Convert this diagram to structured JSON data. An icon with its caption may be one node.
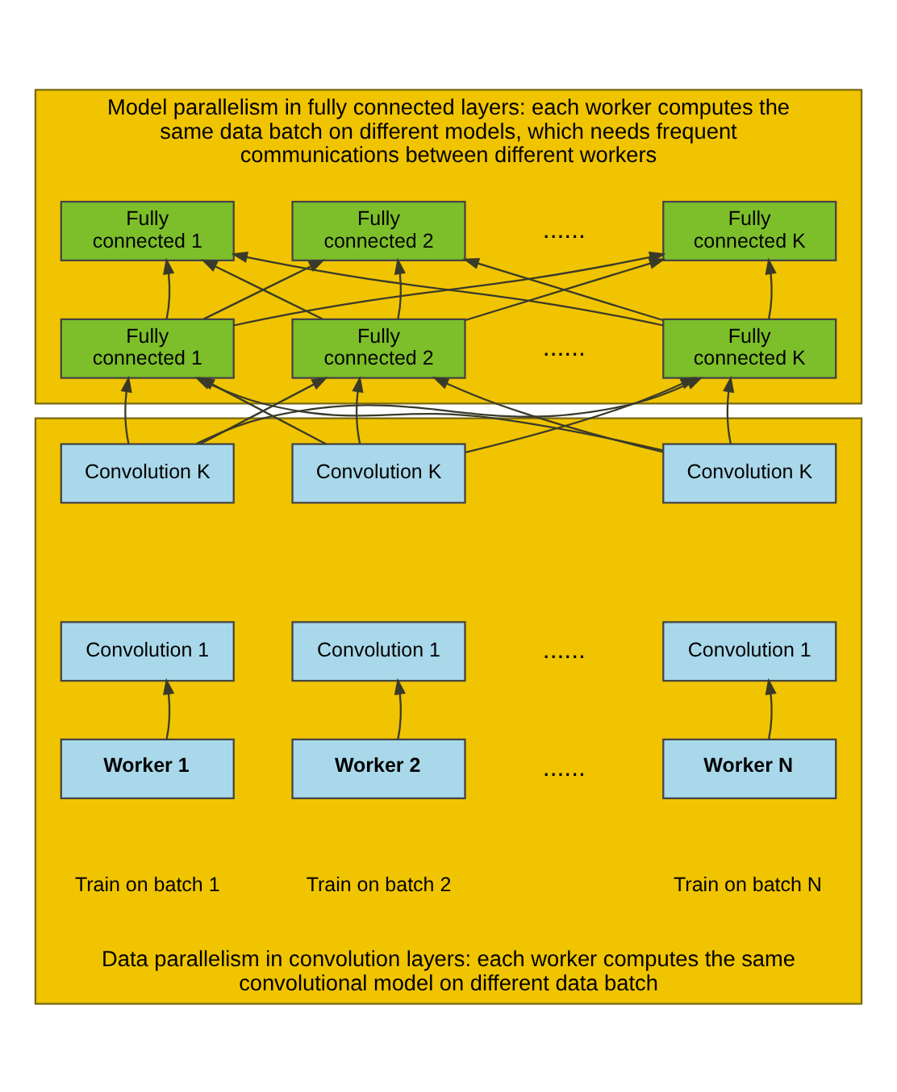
{
  "diagram": {
    "nodes": [
      {
        "text": [
          "Model parallelism in fully connected layers: each worker computes the same data batch on different models, which needs frequent communications between different workers"
        ]
      },
      {
        "text": [
          "Fully connected 1"
        ],
        "in": 0
      },
      {
        "text": [
          "Fully connected 2"
        ],
        "in": 0
      },
      {
        "text": [
          "Fully connected K"
        ],
        "in": 0
      },
      {
        "text": [
          "Fully connected 1"
        ],
        "in": 0
      },
      {
        "text": [
          "Fully connected 2"
        ],
        "in": 0
      },
      {
        "text": [
          "Fully connected K"
        ],
        "in": 0
      },
      {
        "text": [
          "Data parallelism in convolution layers: each worker computes the same convolutional model on different data batch"
        ]
      },
      {
        "text": [
          "Convolution K"
        ],
        "in": 7
      },
      {
        "text": [
          "Convolution K"
        ],
        "in": 7
      },
      {
        "text": [
          "Convolution K"
        ],
        "in": 7
      },
      {
        "text": [
          "Convolution 1"
        ],
        "in": 7
      },
      {
        "text": [
          "Convolution 1"
        ],
        "in": 7
      },
      {
        "text": [
          "Convolution 1"
        ],
        "in": 7
      },
      {
        "text": [
          "Worker 1"
        ],
        "in": 7,
        "beside": [
          "Train on batch 1"
        ]
      },
      {
        "text": [
          "Worker 2"
        ],
        "in": 7,
        "beside": [
          "Train on batch 2"
        ]
      },
      {
        "text": [
          "Worker N"
        ],
        "in": 7,
        "beside": [
          "Train on batch N"
        ]
      }
    ],
    "edges": [
      {
        "from": 4,
        "to": 1,
        "arrow": "to"
      },
      {
        "from": 4,
        "to": 2,
        "arrow": "to"
      },
      {
        "from": 4,
        "to": 3,
        "arrow": "to"
      },
      {
        "from": 5,
        "to": 1,
        "arrow": "to"
      },
      {
        "from": 5,
        "to": 2,
        "arrow": "to"
      },
      {
        "from": 5,
        "to": 3,
        "arrow": "to"
      },
      {
        "from": 6,
        "to": 1,
        "arrow": "to"
      },
      {
        "from": 6,
        "to": 2,
        "arrow": "to"
      },
      {
        "from": 6,
        "to": 3,
        "arrow": "to"
      },
      {
        "from": 8,
        "to": 4,
        "arrow": "to"
      },
      {
        "from": 8,
        "to": 5,
        "arrow": "to"
      },
      {
        "from": 8,
        "to": 6,
        "arrow": "to"
      },
      {
        "from": 9,
        "to": 4,
        "arrow": "to"
      },
      {
        "from": 9,
        "to": 5,
        "arrow": "to"
      },
      {
        "from": 9,
        "to": 6,
        "arrow": "to"
      },
      {
        "from": 10,
        "to": 4,
        "arrow": "to"
      },
      {
        "from": 10,
        "to": 5,
        "arrow": "to"
      },
      {
        "from": 10,
        "to": 6,
        "arrow": "to"
      },
      {
        "from": 14,
        "to": 11,
        "arrow": "to"
      },
      {
        "from": 15,
        "to": 12,
        "arrow": "to"
      },
      {
        "from": 16,
        "to": 13,
        "arrow": "to"
      }
    ],
    "labels": [
      "......",
      "......",
      "......",
      "......"
    ]
  }
}
